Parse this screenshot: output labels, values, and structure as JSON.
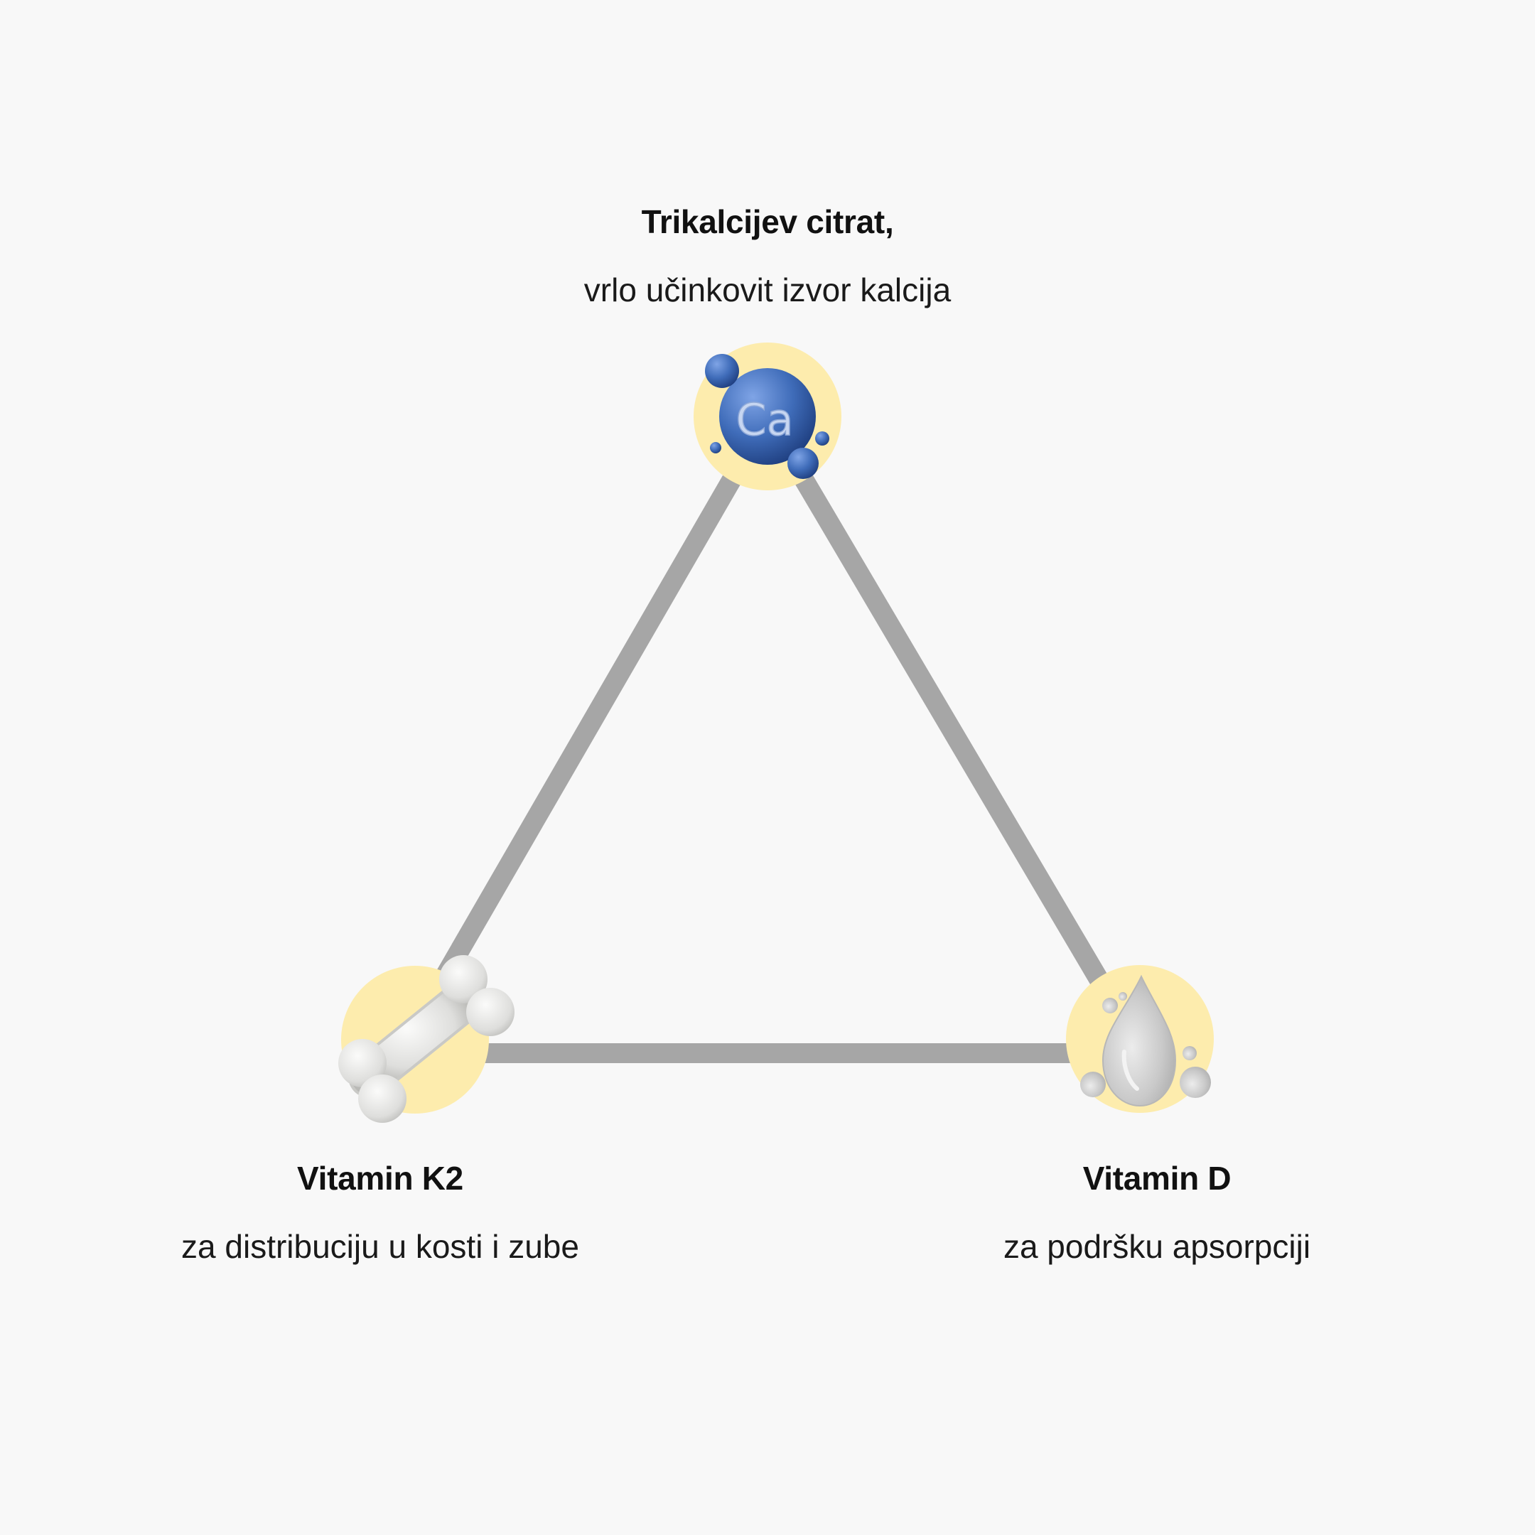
{
  "diagram": {
    "colors": {
      "background": "#f8f8f8",
      "edge": "#a6a6a6",
      "node_circle": "#fdecad",
      "calcium_ball": "#3f6cb9",
      "bone": "#e2e2e0",
      "drop": "#cfcfcf"
    },
    "nodes": [
      {
        "id": "top",
        "title": "Trikalcijev citrat,",
        "description": "vrlo učinkovit izvor kalcija",
        "icon": "calcium-molecule-icon",
        "icon_text": "Ca"
      },
      {
        "id": "left",
        "title": "Vitamin K2",
        "description": "za distribuciju u kosti i zube",
        "icon": "bone-icon"
      },
      {
        "id": "right",
        "title": "Vitamin D",
        "description": "za podršku apsorpciji",
        "icon": "water-drop-icon"
      }
    ],
    "edges": [
      {
        "from": "top",
        "to": "left"
      },
      {
        "from": "top",
        "to": "right"
      },
      {
        "from": "left",
        "to": "right"
      }
    ]
  }
}
